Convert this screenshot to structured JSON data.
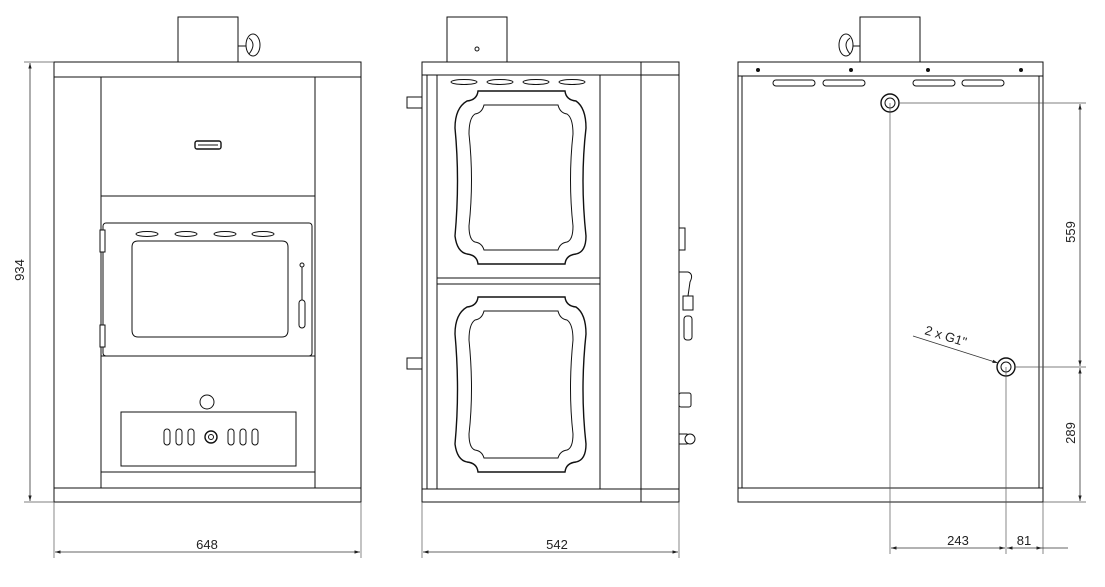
{
  "dimensions": {
    "height": "934",
    "front_width": "648",
    "side_width": "542",
    "pipe_spacing": "559",
    "pipe_height": "289",
    "pipe_offset": "243",
    "pipe_edge": "81"
  },
  "callouts": {
    "pipe_thread": "2 x G1\""
  },
  "colors": {
    "line": "#111111",
    "background": "#ffffff"
  }
}
